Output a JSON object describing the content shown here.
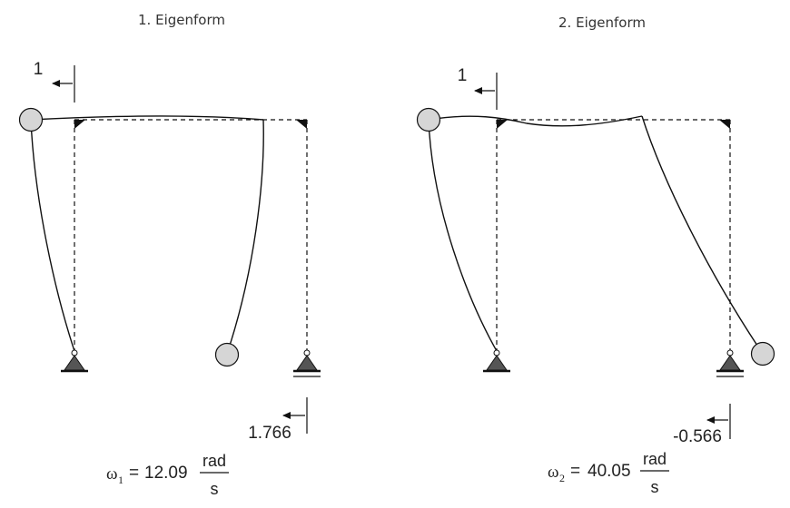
{
  "panels": [
    {
      "title": "1. Eigenform",
      "top_displacement": "1",
      "bottom_displacement": "1.766",
      "omega_symbol": "ω",
      "omega_index": "1",
      "equals": "=",
      "omega_value": "12.09",
      "unit_numerator": "rad",
      "unit_denominator": "s"
    },
    {
      "title": "2. Eigenform",
      "top_displacement": "1",
      "bottom_displacement": "-0.566",
      "omega_symbol": "ω",
      "omega_index": "2",
      "equals": "=",
      "omega_value": "40.05",
      "unit_numerator": "rad",
      "unit_denominator": "s"
    }
  ],
  "colors": {
    "line": "#111111",
    "mass_fill": "#d6d6d6",
    "support_fill": "#555555",
    "text": "#222222"
  }
}
